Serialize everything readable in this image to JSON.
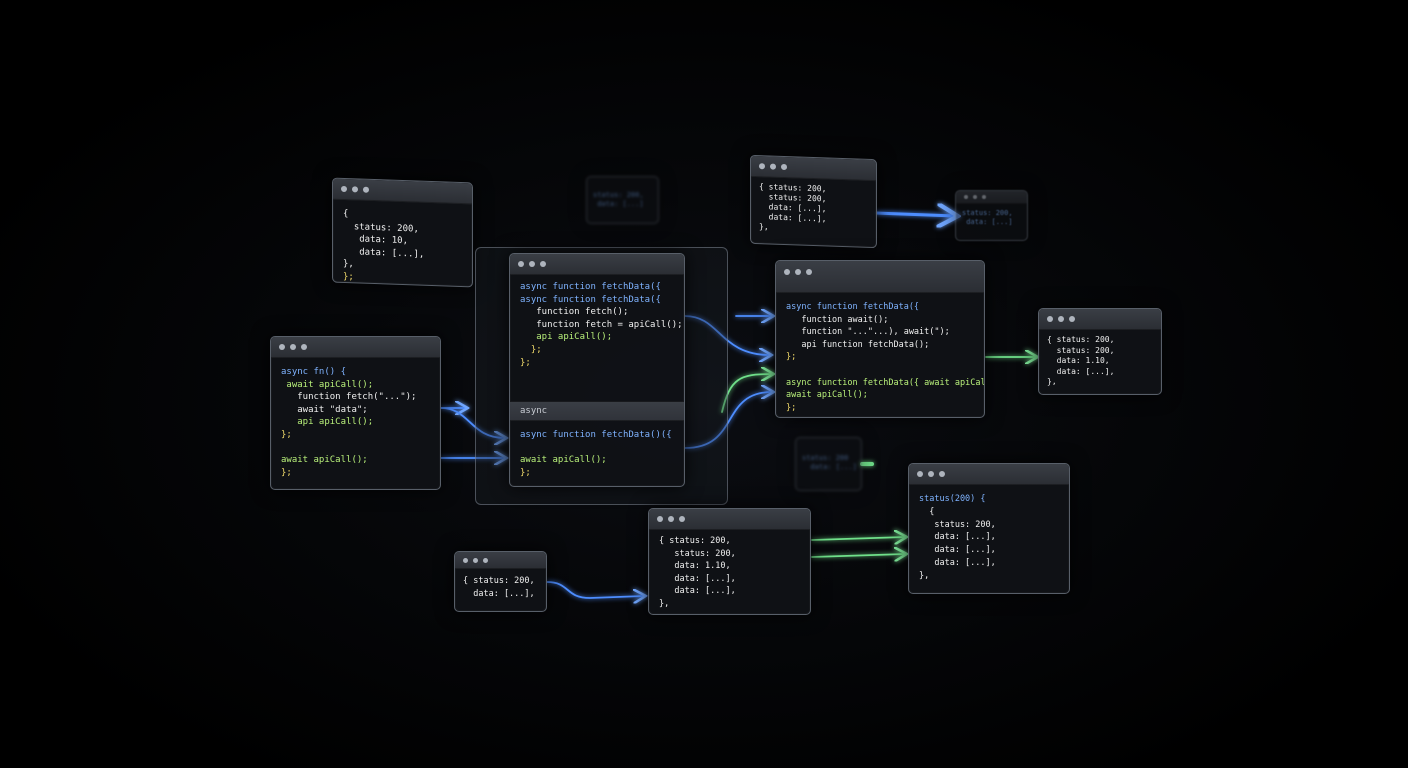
{
  "windows": {
    "top_left": {
      "lines": [
        {
          "text": "{",
          "tone": "white"
        },
        {
          "text": "  status: 200,",
          "tone": "white"
        },
        {
          "text": "   data: 10,",
          "tone": "white"
        },
        {
          "text": "   data: [...],",
          "tone": "white"
        },
        {
          "text": "},",
          "tone": "white"
        },
        {
          "text": "};",
          "tone": "yellow"
        }
      ]
    },
    "top_small_blur": {
      "lines": [
        {
          "text": "status: 200,",
          "tone": "blue"
        },
        {
          "text": " data: [...]",
          "tone": "blue"
        }
      ]
    },
    "top_center_right": {
      "lines": [
        {
          "text": "{ status: 200,",
          "tone": "white"
        },
        {
          "text": "  status: 200,",
          "tone": "white"
        },
        {
          "text": "  data: [...],",
          "tone": "white"
        },
        {
          "text": "  data: [...],",
          "tone": "white"
        },
        {
          "text": "},",
          "tone": "white"
        }
      ]
    },
    "top_far_right": {
      "lines": [
        {
          "text": "status: 200,",
          "tone": "blue"
        },
        {
          "text": " data: [...]",
          "tone": "blue"
        }
      ]
    },
    "left": {
      "lines": [
        {
          "text": "async fn() {",
          "tone": "blue"
        },
        {
          "text": " await apiCall();",
          "tone": "green"
        },
        {
          "text": "   function fetch(\"...\");",
          "tone": "white"
        },
        {
          "text": "   await \"data\";",
          "tone": "white"
        },
        {
          "text": "   api apiCall();",
          "tone": "green"
        },
        {
          "text": "};",
          "tone": "yellow"
        },
        {
          "text": "",
          "tone": "white"
        },
        {
          "text": "await apiCall();",
          "tone": "green"
        },
        {
          "text": "};",
          "tone": "yellow"
        }
      ]
    },
    "center": {
      "lines": [
        {
          "text": "async function fetchData({",
          "tone": "blue"
        },
        {
          "text": "async function fetchData({",
          "tone": "blue"
        },
        {
          "text": "   function fetch();",
          "tone": "white"
        },
        {
          "text": "   function fetch = apiCall();",
          "tone": "white"
        },
        {
          "text": "   api apiCall();",
          "tone": "green"
        },
        {
          "text": "  };",
          "tone": "yellow"
        },
        {
          "text": "};",
          "tone": "yellow"
        }
      ],
      "section_label": "async",
      "lines2": [
        {
          "text": "async function fetchData()({",
          "tone": "blue"
        },
        {
          "text": "",
          "tone": "white"
        },
        {
          "text": "await apiCall();",
          "tone": "green"
        },
        {
          "text": "};",
          "tone": "yellow"
        }
      ]
    },
    "right": {
      "lines": [
        {
          "text": "async function fetchData({",
          "tone": "blue"
        },
        {
          "text": "   function await();",
          "tone": "white"
        },
        {
          "text": "   function \"...\"...), await(\");",
          "tone": "white"
        },
        {
          "text": "   api function fetchData();",
          "tone": "white"
        },
        {
          "text": "};",
          "tone": "yellow"
        },
        {
          "text": "",
          "tone": "white"
        },
        {
          "text": "async function fetchData({ await apiCall();",
          "tone": "green"
        },
        {
          "text": "await apiCall();",
          "tone": "green"
        },
        {
          "text": "};",
          "tone": "yellow"
        }
      ]
    },
    "far_right": {
      "lines": [
        {
          "text": "{ status: 200,",
          "tone": "white"
        },
        {
          "text": "  status: 200,",
          "tone": "white"
        },
        {
          "text": "  data: 1.10,",
          "tone": "white"
        },
        {
          "text": "  data: [...],",
          "tone": "white"
        },
        {
          "text": "},",
          "tone": "white"
        }
      ]
    },
    "mid_small_blur": {
      "lines": [
        {
          "text": "status: 200",
          "tone": "blue"
        },
        {
          "text": "  data: [...]",
          "tone": "blue"
        }
      ]
    },
    "bottom_right": {
      "lines": [
        {
          "text": "status(200) {",
          "tone": "blue"
        },
        {
          "text": "  {",
          "tone": "white"
        },
        {
          "text": "   status: 200,",
          "tone": "white"
        },
        {
          "text": "   data: [...],",
          "tone": "white"
        },
        {
          "text": "   data: [...],",
          "tone": "white"
        },
        {
          "text": "   data: [...],",
          "tone": "white"
        },
        {
          "text": "},",
          "tone": "white"
        }
      ]
    },
    "bottom_center": {
      "lines": [
        {
          "text": "{ status: 200,",
          "tone": "white"
        },
        {
          "text": "   status: 200,",
          "tone": "white"
        },
        {
          "text": "   data: 1.10,",
          "tone": "white"
        },
        {
          "text": "   data: [...],",
          "tone": "white"
        },
        {
          "text": "   data: [...],",
          "tone": "white"
        },
        {
          "text": "},",
          "tone": "white"
        }
      ]
    },
    "bottom_left": {
      "lines": [
        {
          "text": "{ status: 200,",
          "tone": "white"
        },
        {
          "text": "  data: [...],",
          "tone": "white"
        }
      ]
    }
  },
  "colors": {
    "wire_blue": "#4d8dff",
    "wire_green": "#6fe08a",
    "background": "#000000"
  }
}
